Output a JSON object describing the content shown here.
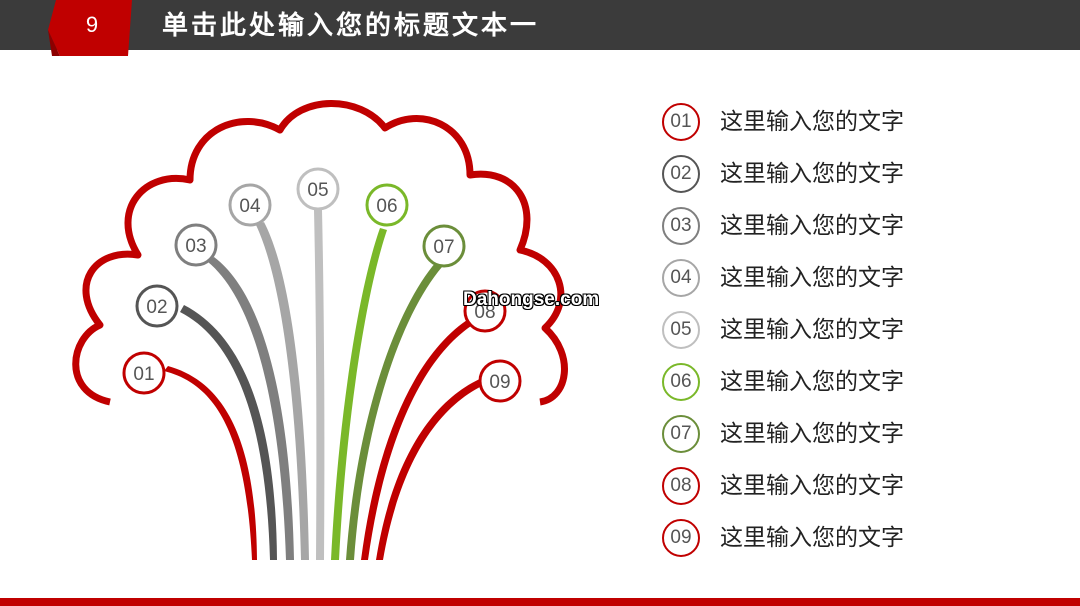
{
  "slide": {
    "number": "9",
    "title": "单击此处输入您的标题文本一",
    "watermark": "Dahongse.com"
  },
  "colors": {
    "red": "#c00000",
    "dark_gray": "#3b3b3b",
    "gray": "#555555",
    "mid_gray": "#7f7f7f",
    "light_gray": "#a6a6a6",
    "lighter_gray": "#bfbfbf",
    "green": "#7ab829",
    "dark_green": "#6b8e3a"
  },
  "tree_nodes": [
    {
      "label": "01",
      "color": "#c00000"
    },
    {
      "label": "02",
      "color": "#555555"
    },
    {
      "label": "03",
      "color": "#7f7f7f"
    },
    {
      "label": "04",
      "color": "#a6a6a6"
    },
    {
      "label": "05",
      "color": "#bfbfbf"
    },
    {
      "label": "06",
      "color": "#7ab829"
    },
    {
      "label": "07",
      "color": "#6b8e3a"
    },
    {
      "label": "08",
      "color": "#c00000"
    },
    {
      "label": "09",
      "color": "#c00000"
    }
  ],
  "list_items": [
    {
      "num": "01",
      "text": "这里输入您的文字",
      "color": "#c00000"
    },
    {
      "num": "02",
      "text": "这里输入您的文字",
      "color": "#555555"
    },
    {
      "num": "03",
      "text": "这里输入您的文字",
      "color": "#7f7f7f"
    },
    {
      "num": "04",
      "text": "这里输入您的文字",
      "color": "#a6a6a6"
    },
    {
      "num": "05",
      "text": "这里输入您的文字",
      "color": "#bfbfbf"
    },
    {
      "num": "06",
      "text": "这里输入您的文字",
      "color": "#7ab829"
    },
    {
      "num": "07",
      "text": "这里输入您的文字",
      "color": "#6b8e3a"
    },
    {
      "num": "08",
      "text": "这里输入您的文字",
      "color": "#c00000"
    },
    {
      "num": "09",
      "text": "这里输入您的文字",
      "color": "#c00000"
    }
  ]
}
